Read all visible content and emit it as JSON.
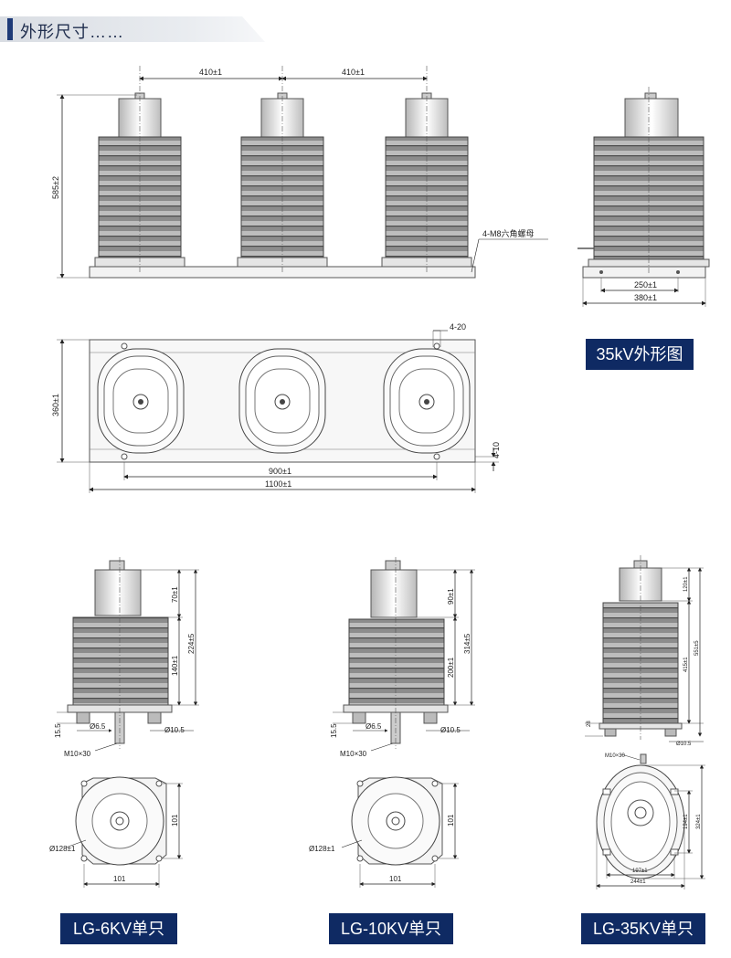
{
  "header": {
    "title": "外形尺寸……"
  },
  "labels": {
    "kv35": "35kV外形图",
    "lg6": "LG-6KV单只",
    "lg10": "LG-10KV单只",
    "lg35": "LG-35KV单只"
  },
  "dims": {
    "top_a": "410±1",
    "top_b": "410±1",
    "height": "585±2",
    "nut": "4-M8六角螺母",
    "side_a": "250±1",
    "side_b": "380±1",
    "slot": "4-20",
    "depth": "360±1",
    "plate_gap": "4-10",
    "w900": "900±1",
    "w1100": "1100±1",
    "s6_70": "70±1",
    "s6_224": "224±5",
    "s6_140": "140±1",
    "s6_155": "15.5",
    "s6_d65": "Ø6.5",
    "s6_d105": "Ø10.5",
    "s6_m10": "M10×30",
    "s6_101v": "101",
    "s6_128": "Ø128±1",
    "s6_101h": "101",
    "s10_90": "90±1",
    "s10_314": "314±5",
    "s10_200": "200±1",
    "s10_155": "15.5",
    "s10_d65": "Ø6.5",
    "s10_d105": "Ø10.5",
    "s10_m10": "M10×30",
    "s10_101v": "101",
    "s10_128": "Ø128±1",
    "s10_101h": "101",
    "s35_120": "120±1",
    "s35_551": "551±5",
    "s35_415": "415±1",
    "s35_28": "28",
    "s35_d105": "Ø10.5",
    "s35_m10": "M10×30",
    "s35_194": "194±1",
    "s35_324": "324±1",
    "s35_197": "197±1",
    "s35_244": "244±1"
  }
}
